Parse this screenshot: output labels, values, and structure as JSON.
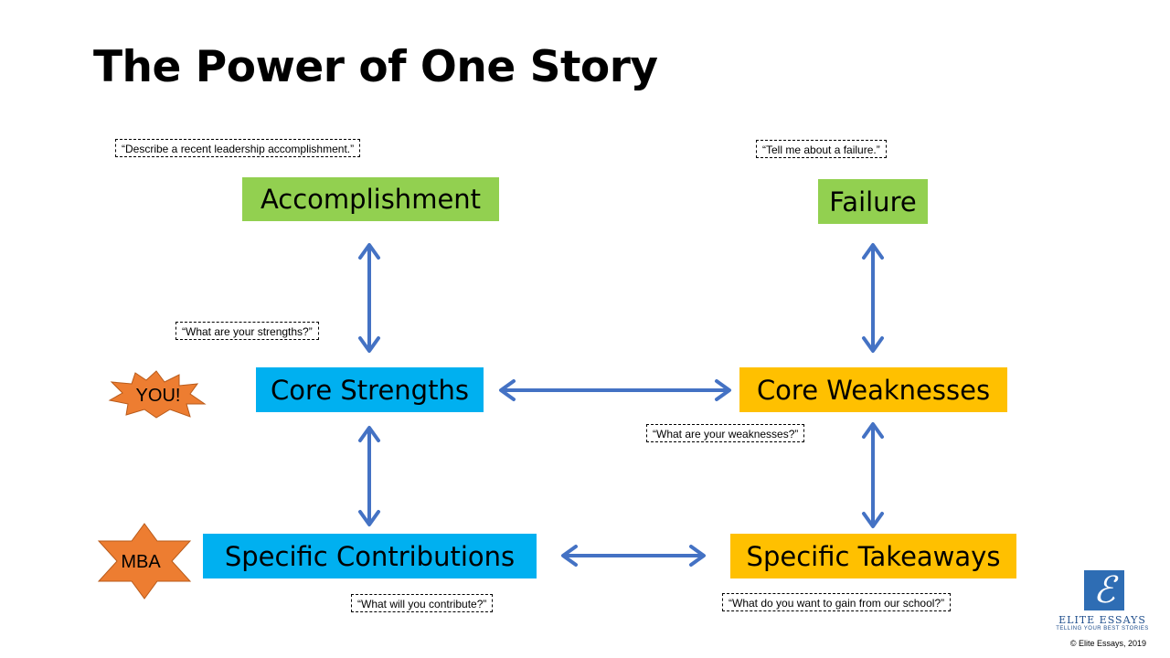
{
  "title": "The Power of One Story",
  "nodes": {
    "accomplishment": "Accomplishment",
    "failure": "Failure",
    "core_strengths": "Core Strengths",
    "core_weaknesses": "Core Weaknesses",
    "specific_contributions": "Specific Contributions",
    "specific_takeaways": "Specific Takeaways"
  },
  "questions": {
    "accomplishment": "“Describe a recent leadership accomplishment.”",
    "failure": "“Tell me about a failure.”",
    "strengths": "“What are your strengths?”",
    "weaknesses": "“What are your weaknesses?”",
    "contribute": "“What will you contribute?”",
    "gain": "“What do you want to gain from our school?”"
  },
  "badges": {
    "you": "YOU!",
    "mba": "MBA"
  },
  "logo": {
    "name": "ELITE ESSAYS",
    "tagline": "TELLING YOUR BEST STORIES"
  },
  "footer": "© Elite Essays, 2019",
  "colors": {
    "green": "#92d050",
    "blue": "#00b0f0",
    "orange": "#ffc000",
    "arrow": "#4472c4",
    "badge": "#ed7d31"
  }
}
